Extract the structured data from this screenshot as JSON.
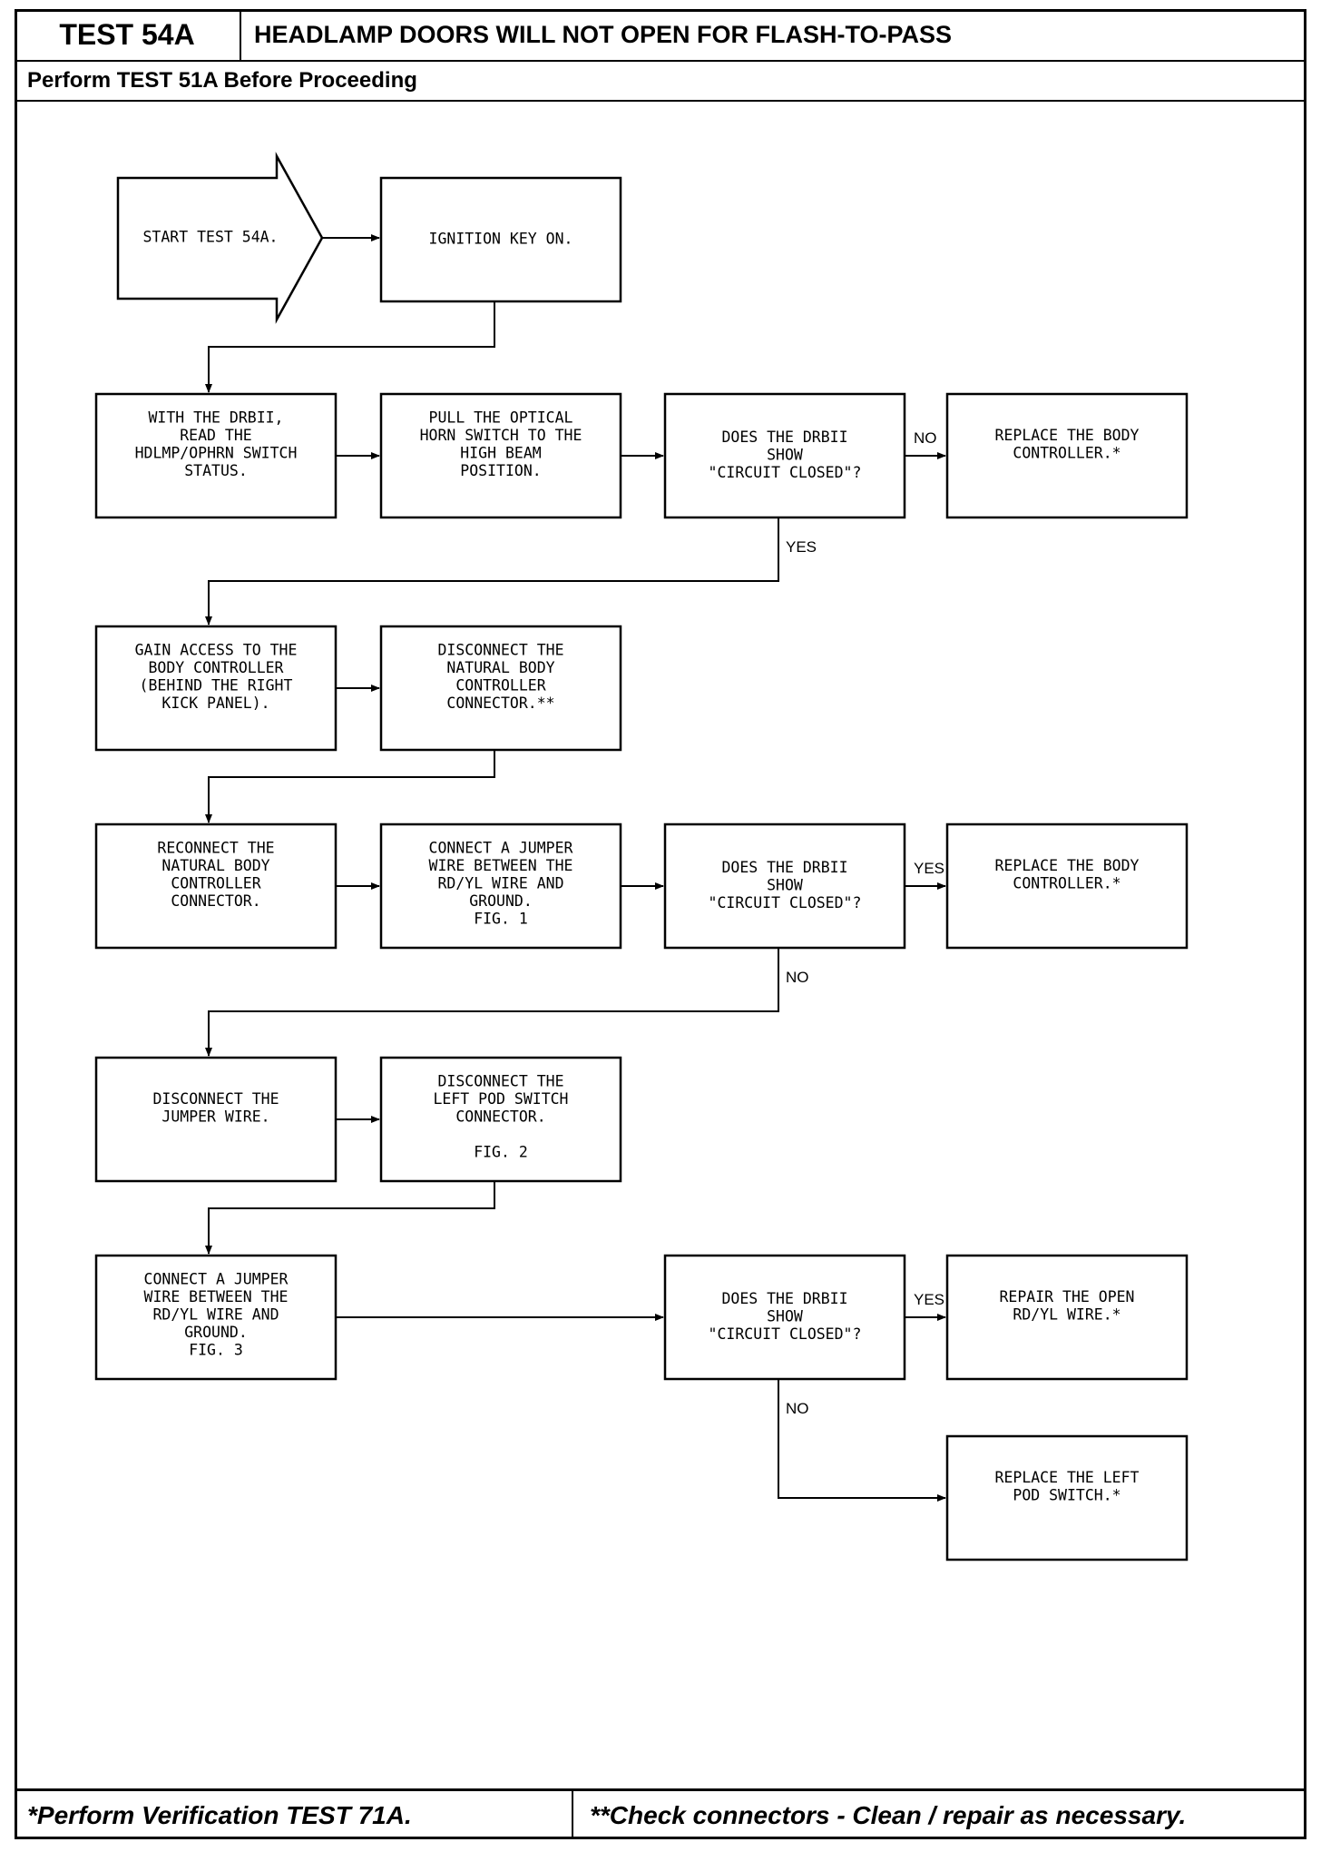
{
  "header": {
    "test_id": "TEST 54A",
    "title": "HEADLAMP DOORS WILL NOT OPEN FOR FLASH-TO-PASS",
    "prerequisite": "Perform TEST 51A Before Proceeding"
  },
  "footer": {
    "left_note": "*Perform Verification TEST 71A.",
    "right_note": "**Check connectors - Clean / repair as necessary."
  },
  "steps": [
    {
      "id": "start",
      "lines": [
        "START TEST 54A."
      ]
    },
    {
      "id": "ignition",
      "lines": [
        "IGNITION KEY ON."
      ]
    },
    {
      "id": "read-status",
      "lines": [
        "WITH THE DRBII,",
        "READ THE",
        "HDLMP/OPHRN SWITCH",
        "STATUS."
      ]
    },
    {
      "id": "pull-horn",
      "lines": [
        "PULL THE OPTICAL",
        "HORN SWITCH TO THE",
        "HIGH BEAM",
        "POSITION."
      ]
    },
    {
      "id": "decision-1",
      "lines": [
        "DOES THE DRBII",
        "SHOW",
        "\"CIRCUIT CLOSED\"?"
      ]
    },
    {
      "id": "replace-body-1",
      "lines": [
        "REPLACE THE BODY",
        "CONTROLLER.*"
      ]
    },
    {
      "id": "gain-access",
      "lines": [
        "GAIN ACCESS TO THE",
        "BODY CONTROLLER",
        "(BEHIND THE RIGHT",
        "KICK PANEL)."
      ]
    },
    {
      "id": "disconnect-natural",
      "lines": [
        "DISCONNECT THE",
        "NATURAL BODY",
        "CONTROLLER",
        "CONNECTOR.**"
      ]
    },
    {
      "id": "reconnect-natural",
      "lines": [
        "RECONNECT THE",
        "NATURAL BODY",
        "CONTROLLER",
        "CONNECTOR."
      ]
    },
    {
      "id": "connect-jumper-1",
      "lines": [
        "CONNECT A JUMPER",
        "WIRE BETWEEN THE",
        "RD/YL WIRE AND",
        "GROUND.",
        "FIG. 1"
      ]
    },
    {
      "id": "decision-2",
      "lines": [
        "DOES THE DRBII",
        "SHOW",
        "\"CIRCUIT CLOSED\"?"
      ]
    },
    {
      "id": "replace-body-2",
      "lines": [
        "REPLACE THE BODY",
        "CONTROLLER.*"
      ]
    },
    {
      "id": "disconnect-jumper",
      "lines": [
        "DISCONNECT THE",
        "JUMPER WIRE."
      ]
    },
    {
      "id": "disconnect-pod",
      "lines": [
        "DISCONNECT THE",
        "LEFT POD SWITCH",
        "CONNECTOR.",
        "",
        "FIG. 2"
      ]
    },
    {
      "id": "connect-jumper-3",
      "lines": [
        "CONNECT A JUMPER",
        "WIRE BETWEEN THE",
        "RD/YL WIRE AND",
        "GROUND.",
        "FIG. 3"
      ]
    },
    {
      "id": "decision-3",
      "lines": [
        "DOES THE DRBII",
        "SHOW",
        "\"CIRCUIT CLOSED\"?"
      ]
    },
    {
      "id": "repair-open",
      "lines": [
        "REPAIR THE OPEN",
        "RD/YL WIRE.*"
      ]
    },
    {
      "id": "replace-pod",
      "lines": [
        "REPLACE THE LEFT",
        "POD SWITCH.*"
      ]
    }
  ],
  "branch_labels": {
    "d1_no": "NO",
    "d1_yes": "YES",
    "d2_yes": "YES",
    "d2_no": "NO",
    "d3_yes": "YES",
    "d3_no": "NO"
  }
}
